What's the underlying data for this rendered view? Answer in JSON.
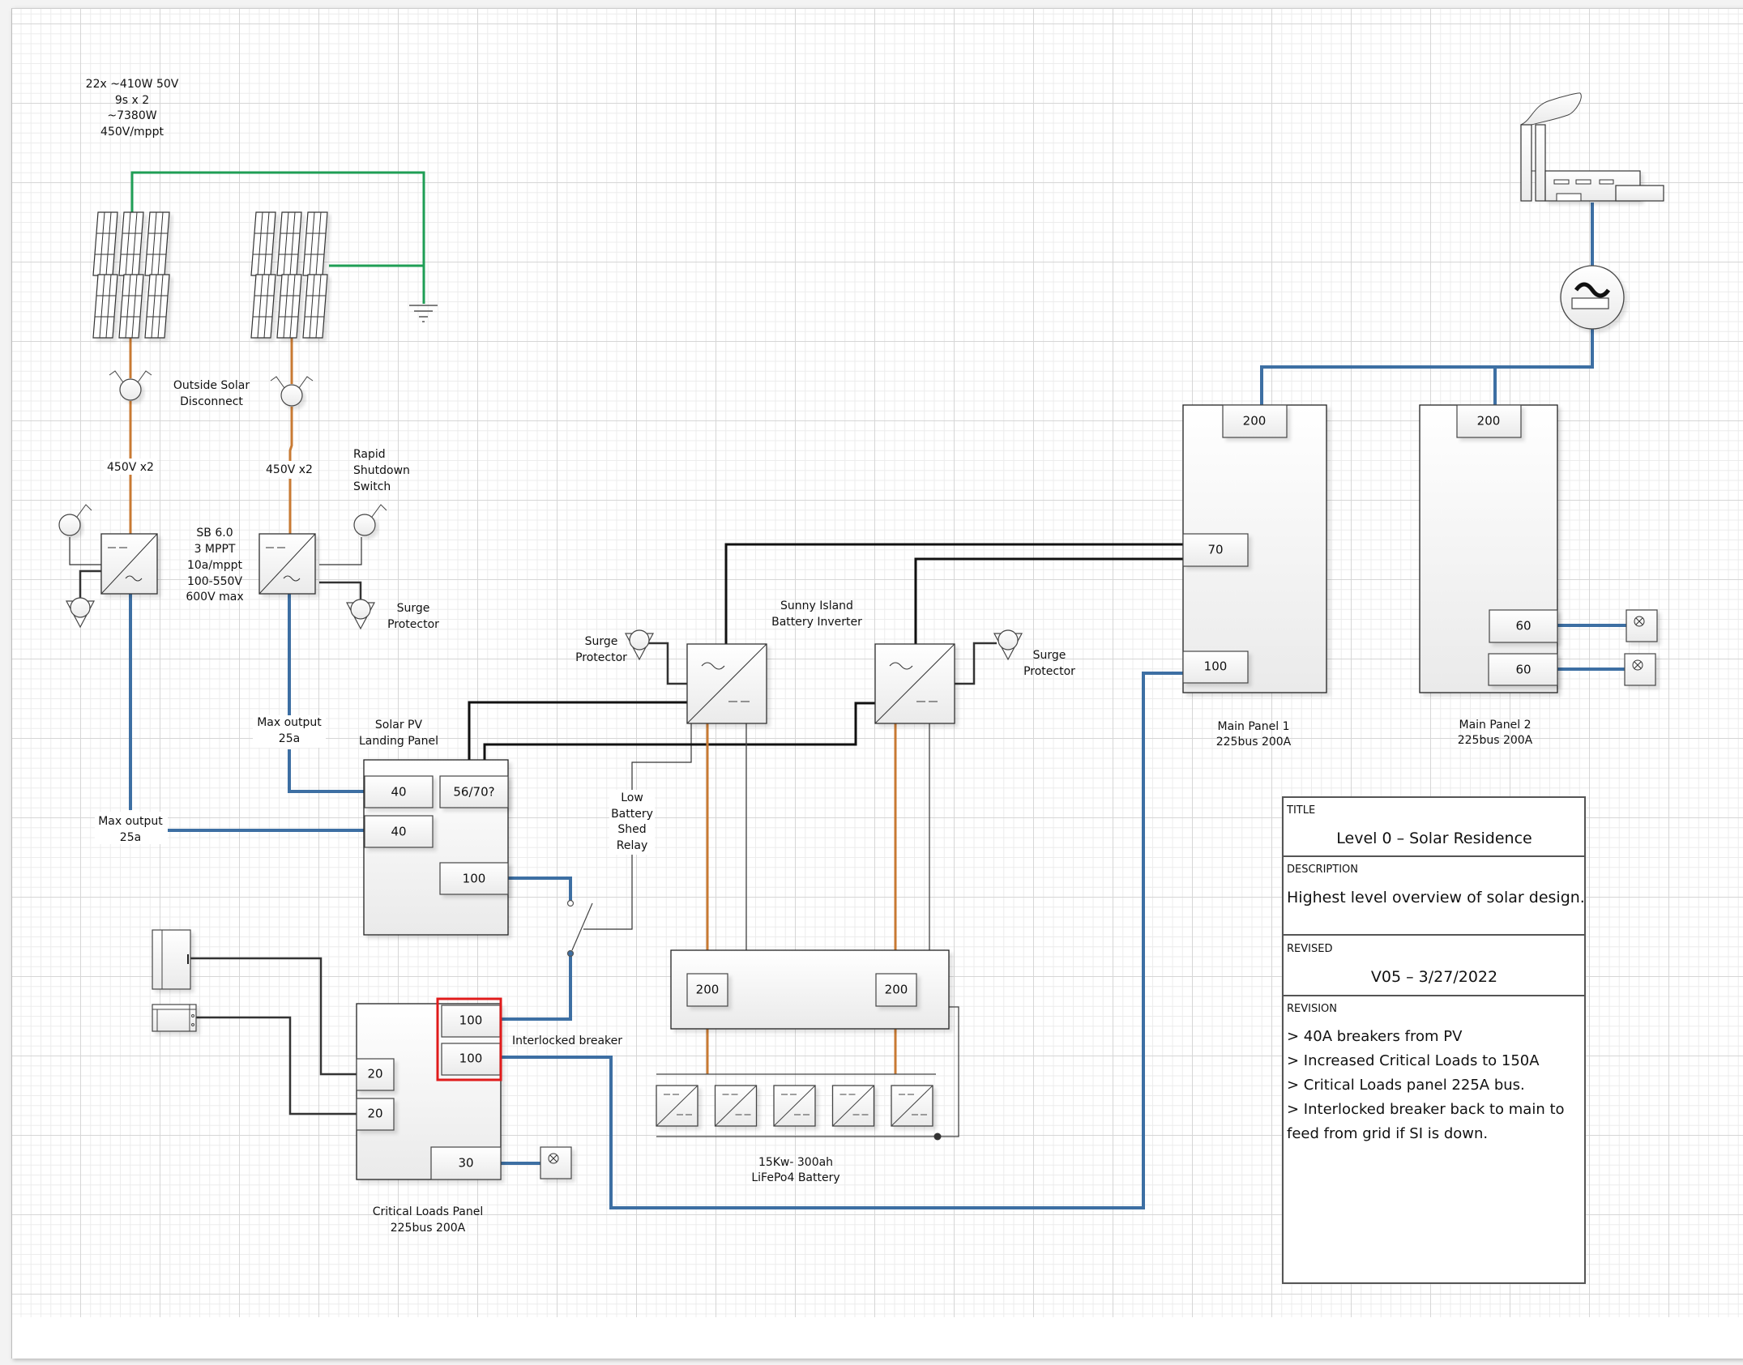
{
  "colors": {
    "dc_wire": "#c87a33",
    "ac_wire": "#3d6fa3",
    "ground_wire": "#1f9e55",
    "control_wire": "#111111",
    "highlight": "#e01b1b"
  },
  "solar_array": {
    "spec_lines": [
      "22x ~410W 50V",
      "9s x 2",
      "~7380W",
      "450V/mppt"
    ],
    "string_labels": [
      "450V x2",
      "450V x2"
    ],
    "disconnect_label": [
      "Outside Solar",
      "Disconnect"
    ],
    "rapid_shutdown_label": [
      "Rapid",
      "Shutdown",
      "Switch"
    ]
  },
  "pv_inverter": {
    "spec_lines": [
      "SB 6.0",
      "3 MPPT",
      "10a/mppt",
      "100-550V",
      "600V max"
    ],
    "surge_label": [
      "Surge",
      "Protector"
    ],
    "outputs": [
      [
        "Max output",
        "25a"
      ],
      [
        "Max output",
        "25a"
      ]
    ]
  },
  "landing_panel": {
    "label": [
      "Solar PV",
      "Landing Panel"
    ],
    "breakers": [
      "40",
      "56/70?",
      "40",
      "100"
    ]
  },
  "relay": {
    "label": [
      "Low",
      "Battery",
      "Shed",
      "Relay"
    ]
  },
  "battery_inverter": {
    "label": [
      "Sunny Island",
      "Battery Inverter"
    ],
    "surge_left": [
      "Surge",
      "Protector"
    ],
    "surge_right": [
      "Surge",
      "Protector"
    ]
  },
  "battery": {
    "breakers": [
      "200",
      "200"
    ],
    "module_count": 5,
    "label": [
      "15Kw- 300ah",
      "LiFePo4 Battery"
    ]
  },
  "critical_panel": {
    "label": [
      "Critical Loads Panel",
      "225bus 200A"
    ],
    "breakers": [
      "100",
      "100",
      "20",
      "20",
      "30"
    ],
    "interlock_label": "Interlocked breaker"
  },
  "main_panel_1": {
    "label": [
      "Main Panel 1",
      "225bus 200A"
    ],
    "breakers": [
      "200",
      "70",
      "100"
    ]
  },
  "main_panel_2": {
    "label": [
      "Main Panel 2",
      "225bus 200A"
    ],
    "breakers": [
      "200",
      "60",
      "60"
    ]
  },
  "title_block": {
    "title_head": "TITLE",
    "title": "Level 0 – Solar Residence",
    "description_head": "DESCRIPTION",
    "description": "Highest level overview of solar design.",
    "revised_head": "REVISED",
    "revised": "V05 – 3/27/2022",
    "revision_head": "REVISION",
    "revision_lines": [
      "> 40A breakers from PV",
      "> Increased Critical Loads to 150A",
      "> Critical Loads panel 225A bus.",
      "> Interlocked breaker back to main to",
      "feed from grid if SI is down."
    ]
  },
  "icons": {
    "solar": "solar-panel-icon",
    "ground": "ground-icon",
    "disconnect": "disconnect-switch-icon",
    "inverter": "inverter-icon",
    "surge": "surge-protector-icon",
    "grid": "utility-plant-icon",
    "meter": "ac-meter-icon",
    "load": "lamp-load-icon",
    "fridge": "refrigerator-icon",
    "washer": "appliance-icon"
  }
}
